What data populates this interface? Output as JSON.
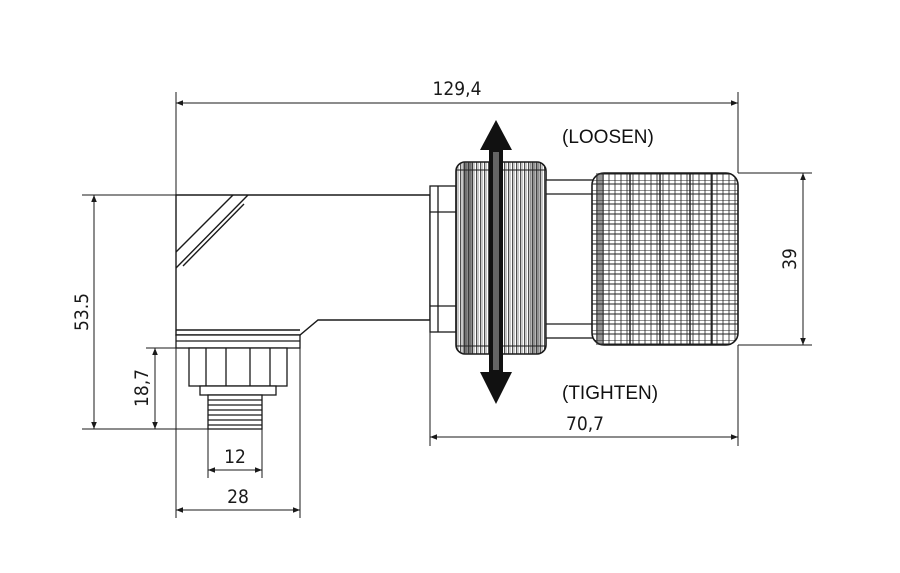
{
  "dimensions": {
    "overall_length": "129,4",
    "body_height": "53.5",
    "connector_height": "18,7",
    "thread_width": "12",
    "body_width": "28",
    "knob_length": "70,7",
    "knob_diameter": "39"
  },
  "labels": {
    "loosen": "(LOOSEN)",
    "tighten": "(TIGHTEN)"
  },
  "colors": {
    "line": "#1a1a1a",
    "fill_dark": "#2b2b2b",
    "background": "#ffffff"
  }
}
